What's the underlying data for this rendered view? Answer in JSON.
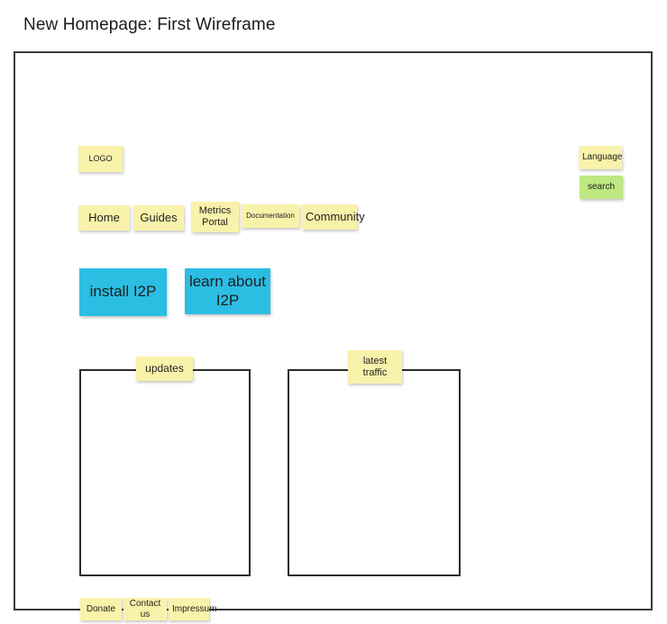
{
  "page": {
    "title": "New Homepage: First Wireframe"
  },
  "colors": {
    "note_yellow": "#f9f2ab",
    "note_green": "#bde882",
    "note_blue": "#2cbde3",
    "frame_border": "#3a3a3a",
    "panel_border": "#2b2b2b",
    "text": "#1f1f1f",
    "background": "#ffffff"
  },
  "wireframe": {
    "header": {
      "logo": {
        "label": "LOGO",
        "color": "#f9f2ab"
      },
      "language": {
        "label": "Language",
        "color": "#f9f2ab"
      },
      "search": {
        "label": "search",
        "color": "#bde882"
      }
    },
    "nav": {
      "items": [
        {
          "label": "Home",
          "color": "#f9f2ab"
        },
        {
          "label": "Guides",
          "color": "#f9f2ab"
        },
        {
          "label": "Metrics\nPortal",
          "color": "#f9f2ab"
        },
        {
          "label": "Documentation",
          "color": "#f9f2ab"
        },
        {
          "label": "Community",
          "color": "#f9f2ab"
        }
      ]
    },
    "cta": {
      "buttons": [
        {
          "label": "install I2P",
          "color": "#2cbde3"
        },
        {
          "label": "learn about I2P",
          "color": "#2cbde3"
        }
      ]
    },
    "panels": [
      {
        "label": "updates",
        "color": "#f9f2ab"
      },
      {
        "label": "latest\ntraffic",
        "color": "#f9f2ab"
      }
    ],
    "footer": {
      "items": [
        {
          "label": "Donate",
          "color": "#f9f2ab"
        },
        {
          "label": "Contact us",
          "color": "#f9f2ab"
        },
        {
          "label": "Impressum",
          "color": "#f9f2ab"
        }
      ]
    }
  }
}
